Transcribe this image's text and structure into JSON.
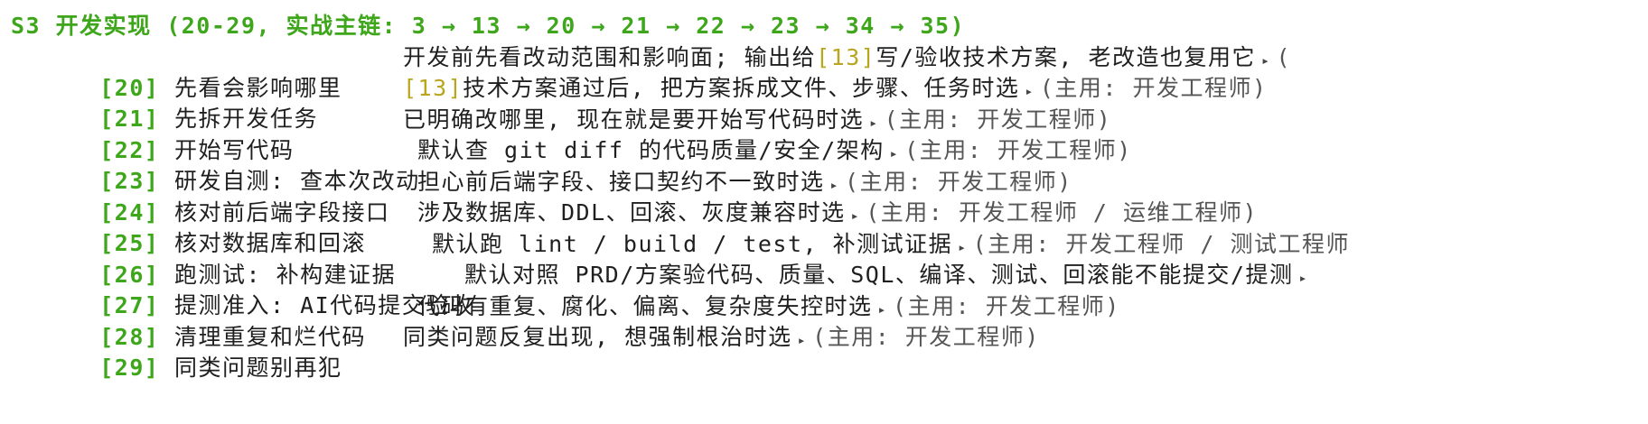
{
  "header": {
    "text": "S3 开发实现 (20-29, 实战主链: 3 → 13 → 20 → 21 → 22 → 23 → 34 → 35)"
  },
  "colors": {
    "accent_green": "#3ea61a",
    "ref_yellow": "#b8a61f",
    "text": "#1f1f1f",
    "muted": "#555555"
  },
  "rows": [
    {
      "id": "[20]",
      "title": "先看会影响哪里",
      "desc_pre": "开发前先看改动范围和影响面; 输出给",
      "desc_ref": "[13]",
      "desc_post": "写/验收技术方案, 老改造也复用它",
      "arrow": "▸",
      "role": "("
    },
    {
      "id": "[21]",
      "title": "先拆开发任务",
      "desc_pre": "",
      "desc_ref": "[13]",
      "desc_post": "技术方案通过后, 把方案拆成文件、步骤、任务时选",
      "arrow": "▸",
      "role": "(主用: 开发工程师)"
    },
    {
      "id": "[22]",
      "title": "开始写代码",
      "desc_pre": "已明确改哪里, 现在就是要开始写代码时选",
      "desc_ref": "",
      "desc_post": "",
      "arrow": "▸",
      "role": "(主用: 开发工程师)"
    },
    {
      "id": "[23]",
      "title": "研发自测: 查本次改动",
      "desc_pre": "默认查 git diff 的代码质量/安全/架构",
      "desc_ref": "",
      "desc_post": "",
      "arrow": "▸",
      "role": "(主用: 开发工程师)"
    },
    {
      "id": "[24]",
      "title": "核对前后端字段接口",
      "desc_pre": "担心前后端字段、接口契约不一致时选",
      "desc_ref": "",
      "desc_post": "",
      "arrow": "▸",
      "role": "(主用: 开发工程师)"
    },
    {
      "id": "[25]",
      "title": "核对数据库和回滚",
      "desc_pre": "涉及数据库、DDL、回滚、灰度兼容时选",
      "desc_ref": "",
      "desc_post": "",
      "arrow": "▸",
      "role": "(主用: 开发工程师 / 运维工程师)"
    },
    {
      "id": "[26]",
      "title": "跑测试: 补构建证据",
      "desc_pre": "默认跑 lint / build / test, 补测试证据",
      "desc_ref": "",
      "desc_post": "",
      "arrow": "▸",
      "role": "(主用: 开发工程师 / 测试工程师"
    },
    {
      "id": "[27]",
      "title": "提测准入: AI代码提交验收",
      "desc_pre": "默认对照 PRD/方案验代码、质量、SQL、编译、测试、回滚能不能提交/提测",
      "desc_ref": "",
      "desc_post": "",
      "arrow": "▸",
      "role": ""
    },
    {
      "id": "[28]",
      "title": "清理重复和烂代码",
      "desc_pre": "代码有重复、腐化、偏离、复杂度失控时选",
      "desc_ref": "",
      "desc_post": "",
      "arrow": "▸",
      "role": "(主用: 开发工程师)"
    },
    {
      "id": "[29]",
      "title": "同类问题别再犯",
      "desc_pre": "同类问题反复出现, 想强制根治时选",
      "desc_ref": "",
      "desc_post": "",
      "arrow": "▸",
      "role": "(主用: 开发工程师)"
    }
  ]
}
